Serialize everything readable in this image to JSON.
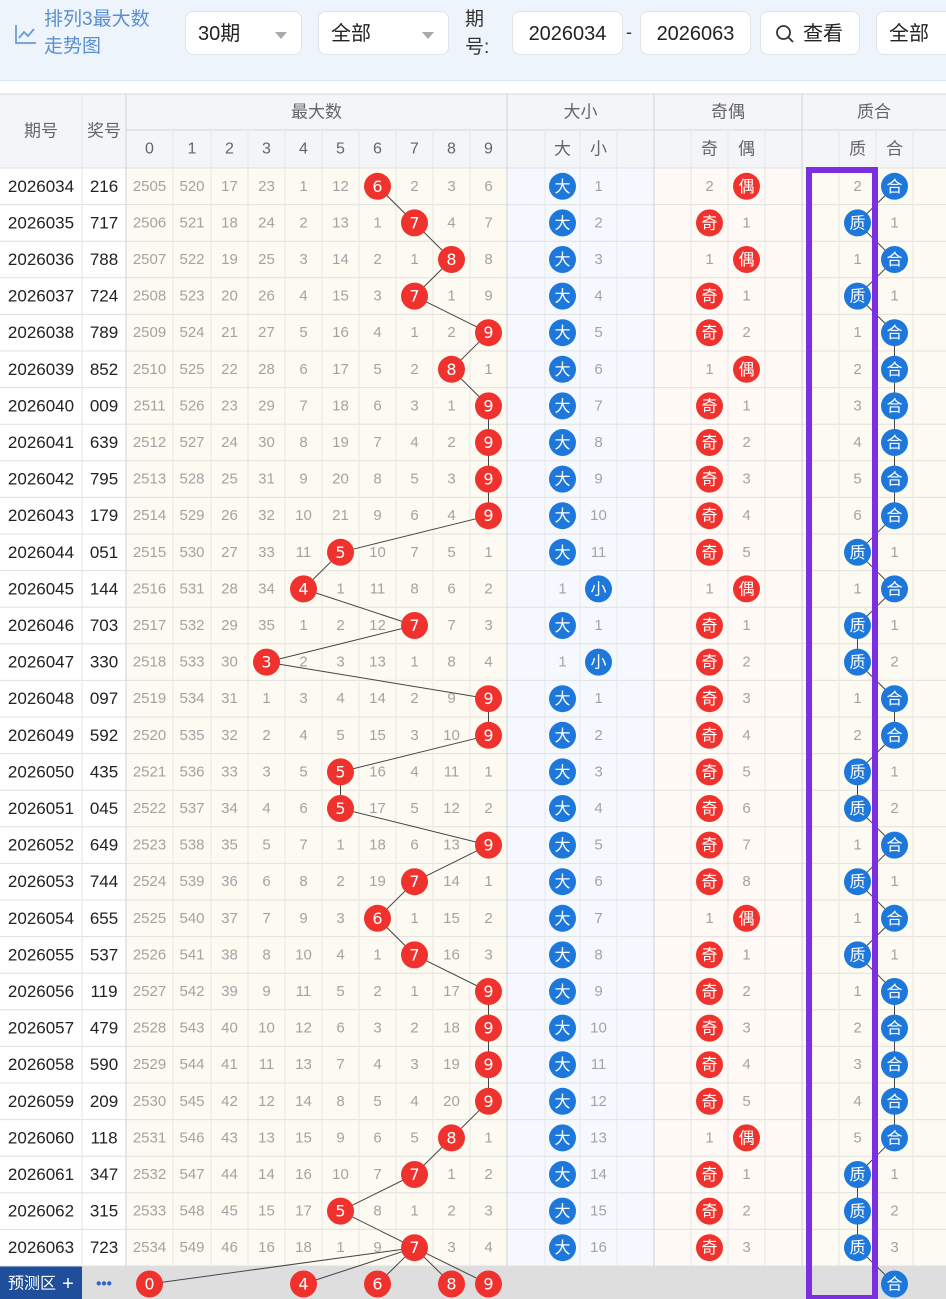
{
  "header": {
    "title_line1": "排列3最大数",
    "title_line2": "走势图",
    "period_select": "30期",
    "type_select": "全部",
    "issue_label_1": "期",
    "issue_label_2": "号:",
    "issue_from": "2026034",
    "issue_sep": "-",
    "issue_to": "2026063",
    "view_button": "查看",
    "all_button": "全部"
  },
  "table": {
    "col_issue": "期号",
    "col_prize": "奖号",
    "group_max": "最大数",
    "group_size": "大小",
    "group_odd": "奇偶",
    "group_prime": "质合",
    "digits": [
      "0",
      "1",
      "2",
      "3",
      "4",
      "5",
      "6",
      "7",
      "8",
      "9"
    ],
    "size_labels": [
      "大",
      "小"
    ],
    "odd_labels": [
      "奇",
      "偶"
    ],
    "prime_labels": [
      "质",
      "合"
    ],
    "predict_label": "预测区",
    "predict_plus": "+",
    "predict_more": "•••",
    "predict_balls": [
      "0",
      "4",
      "6",
      "8",
      "9"
    ]
  },
  "colors": {
    "red_ball": "#f0322e",
    "blue_ball": "#1e78dc",
    "highlight": "#7b2fe0"
  },
  "rows": [
    {
      "issue": "2026034",
      "prize": "216",
      "m": [
        "2505",
        "520",
        "17",
        "23",
        "1",
        "12",
        "6",
        "2",
        "3",
        "6"
      ],
      "hit": 6,
      "size": [
        "大",
        "1"
      ],
      "sh": 0,
      "odd": [
        "2",
        "偶"
      ],
      "oh": 1,
      "prime": [
        "2",
        "合"
      ],
      "ph": 1
    },
    {
      "issue": "2026035",
      "prize": "717",
      "m": [
        "2506",
        "521",
        "18",
        "24",
        "2",
        "13",
        "1",
        "7",
        "4",
        "7"
      ],
      "hit": 7,
      "size": [
        "大",
        "2"
      ],
      "sh": 0,
      "odd": [
        "奇",
        "1"
      ],
      "oh": 0,
      "prime": [
        "质",
        "1"
      ],
      "ph": 0
    },
    {
      "issue": "2026036",
      "prize": "788",
      "m": [
        "2507",
        "522",
        "19",
        "25",
        "3",
        "14",
        "2",
        "1",
        "8",
        "8"
      ],
      "hit": 8,
      "size": [
        "大",
        "3"
      ],
      "sh": 0,
      "odd": [
        "1",
        "偶"
      ],
      "oh": 1,
      "prime": [
        "1",
        "合"
      ],
      "ph": 1
    },
    {
      "issue": "2026037",
      "prize": "724",
      "m": [
        "2508",
        "523",
        "20",
        "26",
        "4",
        "15",
        "3",
        "7",
        "1",
        "9"
      ],
      "hit": 7,
      "size": [
        "大",
        "4"
      ],
      "sh": 0,
      "odd": [
        "奇",
        "1"
      ],
      "oh": 0,
      "prime": [
        "质",
        "1"
      ],
      "ph": 0
    },
    {
      "issue": "2026038",
      "prize": "789",
      "m": [
        "2509",
        "524",
        "21",
        "27",
        "5",
        "16",
        "4",
        "1",
        "2",
        "9"
      ],
      "hit": 9,
      "size": [
        "大",
        "5"
      ],
      "sh": 0,
      "odd": [
        "奇",
        "2"
      ],
      "oh": 0,
      "prime": [
        "1",
        "合"
      ],
      "ph": 1
    },
    {
      "issue": "2026039",
      "prize": "852",
      "m": [
        "2510",
        "525",
        "22",
        "28",
        "6",
        "17",
        "5",
        "2",
        "8",
        "1"
      ],
      "hit": 8,
      "size": [
        "大",
        "6"
      ],
      "sh": 0,
      "odd": [
        "1",
        "偶"
      ],
      "oh": 1,
      "prime": [
        "2",
        "合"
      ],
      "ph": 1
    },
    {
      "issue": "2026040",
      "prize": "009",
      "m": [
        "2511",
        "526",
        "23",
        "29",
        "7",
        "18",
        "6",
        "3",
        "1",
        "9"
      ],
      "hit": 9,
      "size": [
        "大",
        "7"
      ],
      "sh": 0,
      "odd": [
        "奇",
        "1"
      ],
      "oh": 0,
      "prime": [
        "3",
        "合"
      ],
      "ph": 1
    },
    {
      "issue": "2026041",
      "prize": "639",
      "m": [
        "2512",
        "527",
        "24",
        "30",
        "8",
        "19",
        "7",
        "4",
        "2",
        "9"
      ],
      "hit": 9,
      "size": [
        "大",
        "8"
      ],
      "sh": 0,
      "odd": [
        "奇",
        "2"
      ],
      "oh": 0,
      "prime": [
        "4",
        "合"
      ],
      "ph": 1
    },
    {
      "issue": "2026042",
      "prize": "795",
      "m": [
        "2513",
        "528",
        "25",
        "31",
        "9",
        "20",
        "8",
        "5",
        "3",
        "9"
      ],
      "hit": 9,
      "size": [
        "大",
        "9"
      ],
      "sh": 0,
      "odd": [
        "奇",
        "3"
      ],
      "oh": 0,
      "prime": [
        "5",
        "合"
      ],
      "ph": 1
    },
    {
      "issue": "2026043",
      "prize": "179",
      "m": [
        "2514",
        "529",
        "26",
        "32",
        "10",
        "21",
        "9",
        "6",
        "4",
        "9"
      ],
      "hit": 9,
      "size": [
        "大",
        "10"
      ],
      "sh": 0,
      "odd": [
        "奇",
        "4"
      ],
      "oh": 0,
      "prime": [
        "6",
        "合"
      ],
      "ph": 1
    },
    {
      "issue": "2026044",
      "prize": "051",
      "m": [
        "2515",
        "530",
        "27",
        "33",
        "11",
        "5",
        "10",
        "7",
        "5",
        "1"
      ],
      "hit": 5,
      "size": [
        "大",
        "11"
      ],
      "sh": 0,
      "odd": [
        "奇",
        "5"
      ],
      "oh": 0,
      "prime": [
        "质",
        "1"
      ],
      "ph": 0
    },
    {
      "issue": "2026045",
      "prize": "144",
      "m": [
        "2516",
        "531",
        "28",
        "34",
        "4",
        "1",
        "11",
        "8",
        "6",
        "2"
      ],
      "hit": 4,
      "size": [
        "1",
        "小"
      ],
      "sh": 1,
      "odd": [
        "1",
        "偶"
      ],
      "oh": 1,
      "prime": [
        "1",
        "合"
      ],
      "ph": 1
    },
    {
      "issue": "2026046",
      "prize": "703",
      "m": [
        "2517",
        "532",
        "29",
        "35",
        "1",
        "2",
        "12",
        "7",
        "7",
        "3"
      ],
      "hit": 7,
      "size": [
        "大",
        "1"
      ],
      "sh": 0,
      "odd": [
        "奇",
        "1"
      ],
      "oh": 0,
      "prime": [
        "质",
        "1"
      ],
      "ph": 0
    },
    {
      "issue": "2026047",
      "prize": "330",
      "m": [
        "2518",
        "533",
        "30",
        "3",
        "2",
        "3",
        "13",
        "1",
        "8",
        "4"
      ],
      "hit": 3,
      "size": [
        "1",
        "小"
      ],
      "sh": 1,
      "odd": [
        "奇",
        "2"
      ],
      "oh": 0,
      "prime": [
        "质",
        "2"
      ],
      "ph": 0
    },
    {
      "issue": "2026048",
      "prize": "097",
      "m": [
        "2519",
        "534",
        "31",
        "1",
        "3",
        "4",
        "14",
        "2",
        "9",
        "9"
      ],
      "hit": 9,
      "size": [
        "大",
        "1"
      ],
      "sh": 0,
      "odd": [
        "奇",
        "3"
      ],
      "oh": 0,
      "prime": [
        "1",
        "合"
      ],
      "ph": 1
    },
    {
      "issue": "2026049",
      "prize": "592",
      "m": [
        "2520",
        "535",
        "32",
        "2",
        "4",
        "5",
        "15",
        "3",
        "10",
        "9"
      ],
      "hit": 9,
      "size": [
        "大",
        "2"
      ],
      "sh": 0,
      "odd": [
        "奇",
        "4"
      ],
      "oh": 0,
      "prime": [
        "2",
        "合"
      ],
      "ph": 1
    },
    {
      "issue": "2026050",
      "prize": "435",
      "m": [
        "2521",
        "536",
        "33",
        "3",
        "5",
        "5",
        "16",
        "4",
        "11",
        "1"
      ],
      "hit": 5,
      "size": [
        "大",
        "3"
      ],
      "sh": 0,
      "odd": [
        "奇",
        "5"
      ],
      "oh": 0,
      "prime": [
        "质",
        "1"
      ],
      "ph": 0
    },
    {
      "issue": "2026051",
      "prize": "045",
      "m": [
        "2522",
        "537",
        "34",
        "4",
        "6",
        "5",
        "17",
        "5",
        "12",
        "2"
      ],
      "hit": 5,
      "size": [
        "大",
        "4"
      ],
      "sh": 0,
      "odd": [
        "奇",
        "6"
      ],
      "oh": 0,
      "prime": [
        "质",
        "2"
      ],
      "ph": 0
    },
    {
      "issue": "2026052",
      "prize": "649",
      "m": [
        "2523",
        "538",
        "35",
        "5",
        "7",
        "1",
        "18",
        "6",
        "13",
        "9"
      ],
      "hit": 9,
      "size": [
        "大",
        "5"
      ],
      "sh": 0,
      "odd": [
        "奇",
        "7"
      ],
      "oh": 0,
      "prime": [
        "1",
        "合"
      ],
      "ph": 1
    },
    {
      "issue": "2026053",
      "prize": "744",
      "m": [
        "2524",
        "539",
        "36",
        "6",
        "8",
        "2",
        "19",
        "7",
        "14",
        "1"
      ],
      "hit": 7,
      "size": [
        "大",
        "6"
      ],
      "sh": 0,
      "odd": [
        "奇",
        "8"
      ],
      "oh": 0,
      "prime": [
        "质",
        "1"
      ],
      "ph": 0
    },
    {
      "issue": "2026054",
      "prize": "655",
      "m": [
        "2525",
        "540",
        "37",
        "7",
        "9",
        "3",
        "6",
        "1",
        "15",
        "2"
      ],
      "hit": 6,
      "size": [
        "大",
        "7"
      ],
      "sh": 0,
      "odd": [
        "1",
        "偶"
      ],
      "oh": 1,
      "prime": [
        "1",
        "合"
      ],
      "ph": 1
    },
    {
      "issue": "2026055",
      "prize": "537",
      "m": [
        "2526",
        "541",
        "38",
        "8",
        "10",
        "4",
        "1",
        "7",
        "16",
        "3"
      ],
      "hit": 7,
      "size": [
        "大",
        "8"
      ],
      "sh": 0,
      "odd": [
        "奇",
        "1"
      ],
      "oh": 0,
      "prime": [
        "质",
        "1"
      ],
      "ph": 0
    },
    {
      "issue": "2026056",
      "prize": "119",
      "m": [
        "2527",
        "542",
        "39",
        "9",
        "11",
        "5",
        "2",
        "1",
        "17",
        "9"
      ],
      "hit": 9,
      "size": [
        "大",
        "9"
      ],
      "sh": 0,
      "odd": [
        "奇",
        "2"
      ],
      "oh": 0,
      "prime": [
        "1",
        "合"
      ],
      "ph": 1
    },
    {
      "issue": "2026057",
      "prize": "479",
      "m": [
        "2528",
        "543",
        "40",
        "10",
        "12",
        "6",
        "3",
        "2",
        "18",
        "9"
      ],
      "hit": 9,
      "size": [
        "大",
        "10"
      ],
      "sh": 0,
      "odd": [
        "奇",
        "3"
      ],
      "oh": 0,
      "prime": [
        "2",
        "合"
      ],
      "ph": 1
    },
    {
      "issue": "2026058",
      "prize": "590",
      "m": [
        "2529",
        "544",
        "41",
        "11",
        "13",
        "7",
        "4",
        "3",
        "19",
        "9"
      ],
      "hit": 9,
      "size": [
        "大",
        "11"
      ],
      "sh": 0,
      "odd": [
        "奇",
        "4"
      ],
      "oh": 0,
      "prime": [
        "3",
        "合"
      ],
      "ph": 1
    },
    {
      "issue": "2026059",
      "prize": "209",
      "m": [
        "2530",
        "545",
        "42",
        "12",
        "14",
        "8",
        "5",
        "4",
        "20",
        "9"
      ],
      "hit": 9,
      "size": [
        "大",
        "12"
      ],
      "sh": 0,
      "odd": [
        "奇",
        "5"
      ],
      "oh": 0,
      "prime": [
        "4",
        "合"
      ],
      "ph": 1
    },
    {
      "issue": "2026060",
      "prize": "118",
      "m": [
        "2531",
        "546",
        "43",
        "13",
        "15",
        "9",
        "6",
        "5",
        "8",
        "1"
      ],
      "hit": 8,
      "size": [
        "大",
        "13"
      ],
      "sh": 0,
      "odd": [
        "1",
        "偶"
      ],
      "oh": 1,
      "prime": [
        "5",
        "合"
      ],
      "ph": 1
    },
    {
      "issue": "2026061",
      "prize": "347",
      "m": [
        "2532",
        "547",
        "44",
        "14",
        "16",
        "10",
        "7",
        "7",
        "1",
        "2"
      ],
      "hit": 7,
      "size": [
        "大",
        "14"
      ],
      "sh": 0,
      "odd": [
        "奇",
        "1"
      ],
      "oh": 0,
      "prime": [
        "质",
        "1"
      ],
      "ph": 0
    },
    {
      "issue": "2026062",
      "prize": "315",
      "m": [
        "2533",
        "548",
        "45",
        "15",
        "17",
        "5",
        "8",
        "1",
        "2",
        "3"
      ],
      "hit": 5,
      "size": [
        "大",
        "15"
      ],
      "sh": 0,
      "odd": [
        "奇",
        "2"
      ],
      "oh": 0,
      "prime": [
        "质",
        "2"
      ],
      "ph": 0
    },
    {
      "issue": "2026063",
      "prize": "723",
      "m": [
        "2534",
        "549",
        "46",
        "16",
        "18",
        "1",
        "9",
        "7",
        "3",
        "4"
      ],
      "hit": 7,
      "size": [
        "大",
        "16"
      ],
      "sh": 0,
      "odd": [
        "奇",
        "3"
      ],
      "oh": 0,
      "prime": [
        "质",
        "3"
      ],
      "ph": 0
    }
  ]
}
